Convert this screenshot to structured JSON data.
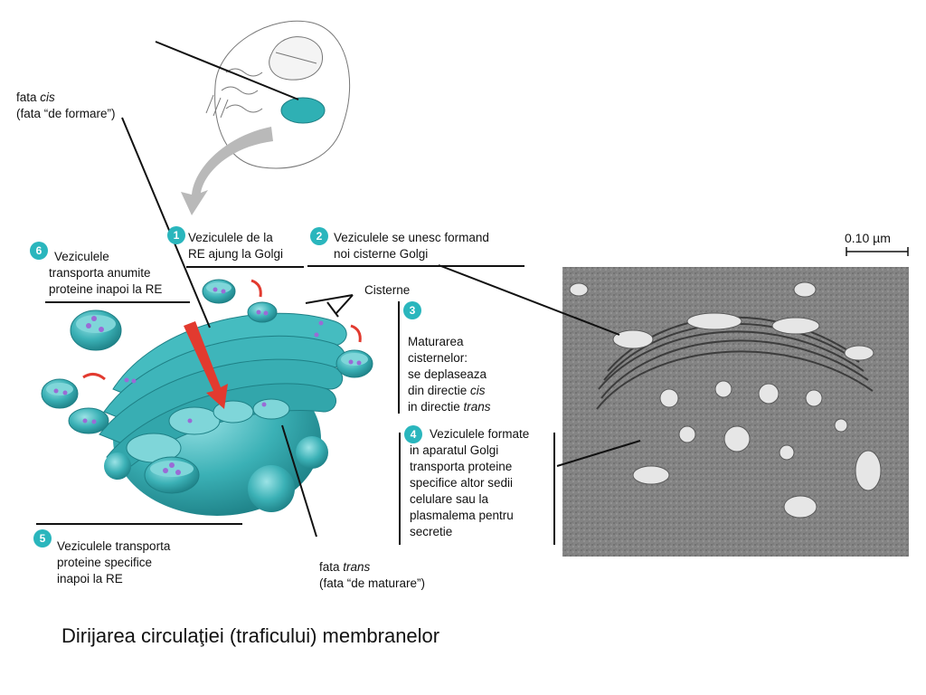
{
  "caption": "Dirijarea circulaţiei (traficului) membranelor",
  "scale_bar": "0.10 µm",
  "cis_face": {
    "line1_prefix": "fata ",
    "line1_em": "cis",
    "line2": "(fata “de formare”)"
  },
  "trans_face": {
    "line1_prefix": "fata ",
    "line1_em": "trans",
    "line2": "(fata “de maturare”)"
  },
  "cisterne": "Cisterne",
  "steps": [
    {
      "num": "1",
      "text": "Veziculele de la\nRE ajung la Golgi"
    },
    {
      "num": "2",
      "text": "Veziculele se unesc formand\n   noi cisterne Golgi"
    },
    {
      "num": "3",
      "text_a": "Maturarea\ncisternelor:\nse deplaseaza\ndin directie ",
      "em_a": "cis",
      "text_b": "\nin directie ",
      "em_b": "trans"
    },
    {
      "num": "4",
      "text": "Veziculele formate\n in aparatul Golgi\ntransporta proteine\nspecifice altor sedii\ncelulare sau la\nplasmalema pentru\nsecretie"
    },
    {
      "num": "5",
      "text": "Veziculele transporta\nproteine specifice\ninapoi la RE"
    },
    {
      "num": "6",
      "text": "Veziculele\ntransporta anumite\nproteine inapoi la RE"
    }
  ]
}
